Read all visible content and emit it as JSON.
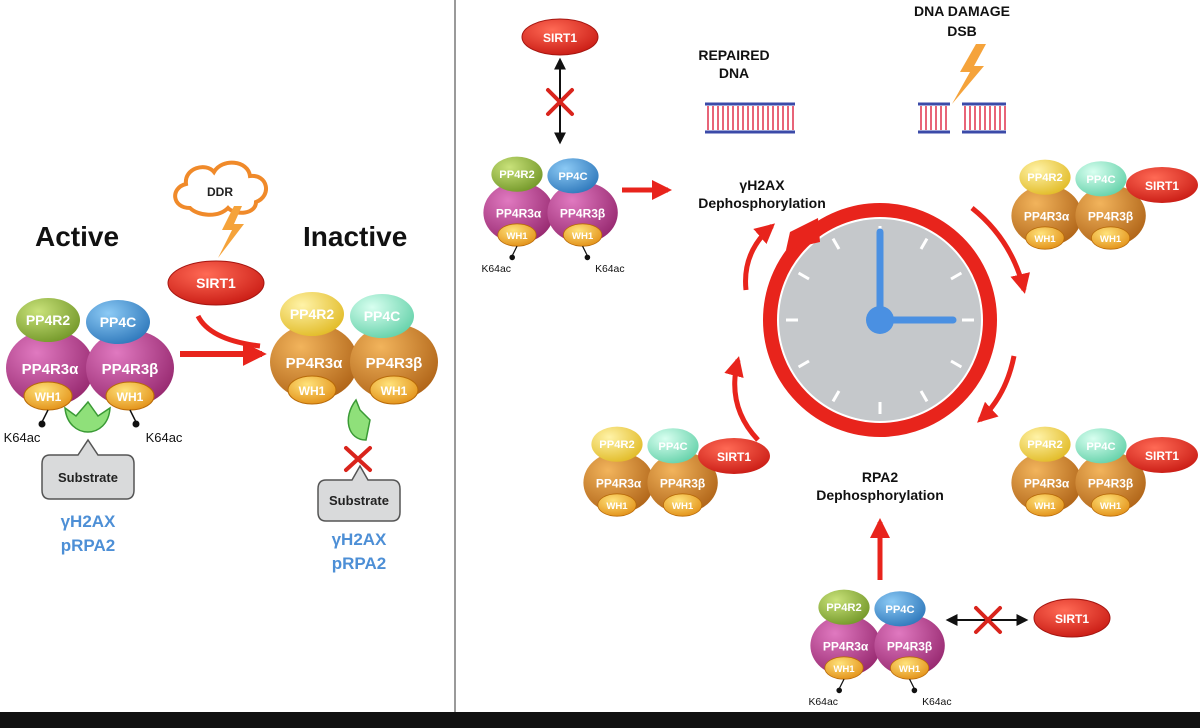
{
  "left": {
    "active_label": "Active",
    "inactive_label": "Inactive",
    "ddr_label": "DDR",
    "sirt1_label": "SIRT1",
    "substrate_label": "Substrate",
    "substrate_targets": [
      "γH2AX",
      "pRPA2"
    ],
    "k64ac_label": "K64ac"
  },
  "complex": {
    "pp4r2": "PP4R2",
    "pp4c": "PP4C",
    "pp4r3a": "PP4R3α",
    "pp4r3b": "PP4R3β",
    "wh1": "WH1",
    "k64ac": "K64ac"
  },
  "right": {
    "sirt1_label": "SIRT1",
    "repaired_dna": [
      "REPAIRED",
      "DNA"
    ],
    "dna_damage": [
      "DNA DAMAGE",
      "DSB"
    ],
    "h2ax_step": [
      "γH2AX",
      "Dephosphorylation"
    ],
    "rpa2_step": [
      "RPA2",
      "Dephosphorylation"
    ],
    "k64ac_label": "K64ac"
  },
  "colors": {
    "red": "#e8241c",
    "sirt1": "#e02a22",
    "active_pp4r2": "#8fb43a",
    "active_pp4c": "#3f96d8",
    "active_pp4r3": "#b8388a",
    "inactive_pp4r2": "#f1d64a",
    "inactive_pp4c": "#8ee2c0",
    "inactive_pp4r3": "#cf7f22",
    "wh1": "#f5b21e",
    "clock_face": "#c5c8cb",
    "clock_hand": "#4a90e2",
    "dna_strand": "#3b4aa8",
    "dna_rung": "#e0304a",
    "substrate_box": "#d9dadb",
    "pocket": "#8fe07a"
  }
}
